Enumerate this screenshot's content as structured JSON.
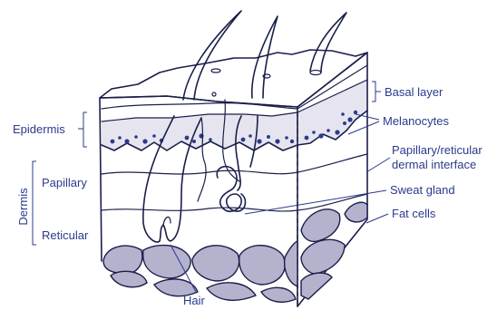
{
  "labels": {
    "basal_layer": "Basal layer",
    "melanocytes": "Melanocytes",
    "epidermis": "Epidermis",
    "papillary_reticular_line1": "Papillary/reticular",
    "papillary_reticular_line2": "dermal interface",
    "sweat_gland": "Sweat gland",
    "dermis": "Dermis",
    "papillary": "Papillary",
    "fat_cells": "Fat cells",
    "reticular": "Reticular",
    "hair": "Hair"
  },
  "colors": {
    "label": "#2b3a8c",
    "ink": "#1a1f4a",
    "epidermis_fill": "#e6e5ef",
    "fat_fill": "#b5b2ce",
    "melanin_dot": "#2b3a8c"
  }
}
